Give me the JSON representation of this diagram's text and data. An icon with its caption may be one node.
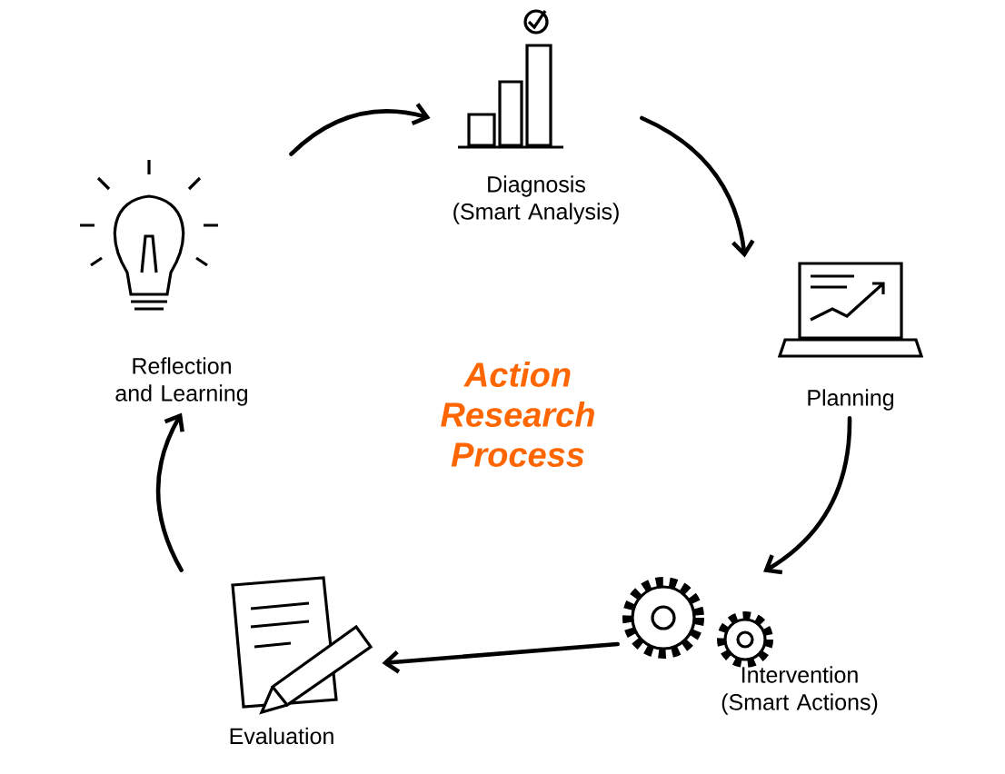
{
  "diagram": {
    "title": "Action Research Process",
    "nodes": [
      {
        "text": [
          "Diagnosis (Smart Analysis)"
        ]
      },
      {
        "text": [
          "Planning"
        ]
      },
      {
        "text": [
          "Intervention (Smart Actions)"
        ]
      },
      {
        "text": [
          "Evaluation"
        ]
      },
      {
        "text": [
          "Reflection and Learning"
        ]
      }
    ],
    "edges": [
      {
        "from": 0,
        "to": 1,
        "arrow": "to"
      },
      {
        "from": 1,
        "to": 2,
        "arrow": "to"
      },
      {
        "from": 2,
        "to": 3,
        "arrow": "to"
      },
      {
        "from": 3,
        "to": 4,
        "arrow": "to"
      },
      {
        "from": 4,
        "to": 0,
        "arrow": "to"
      }
    ]
  }
}
